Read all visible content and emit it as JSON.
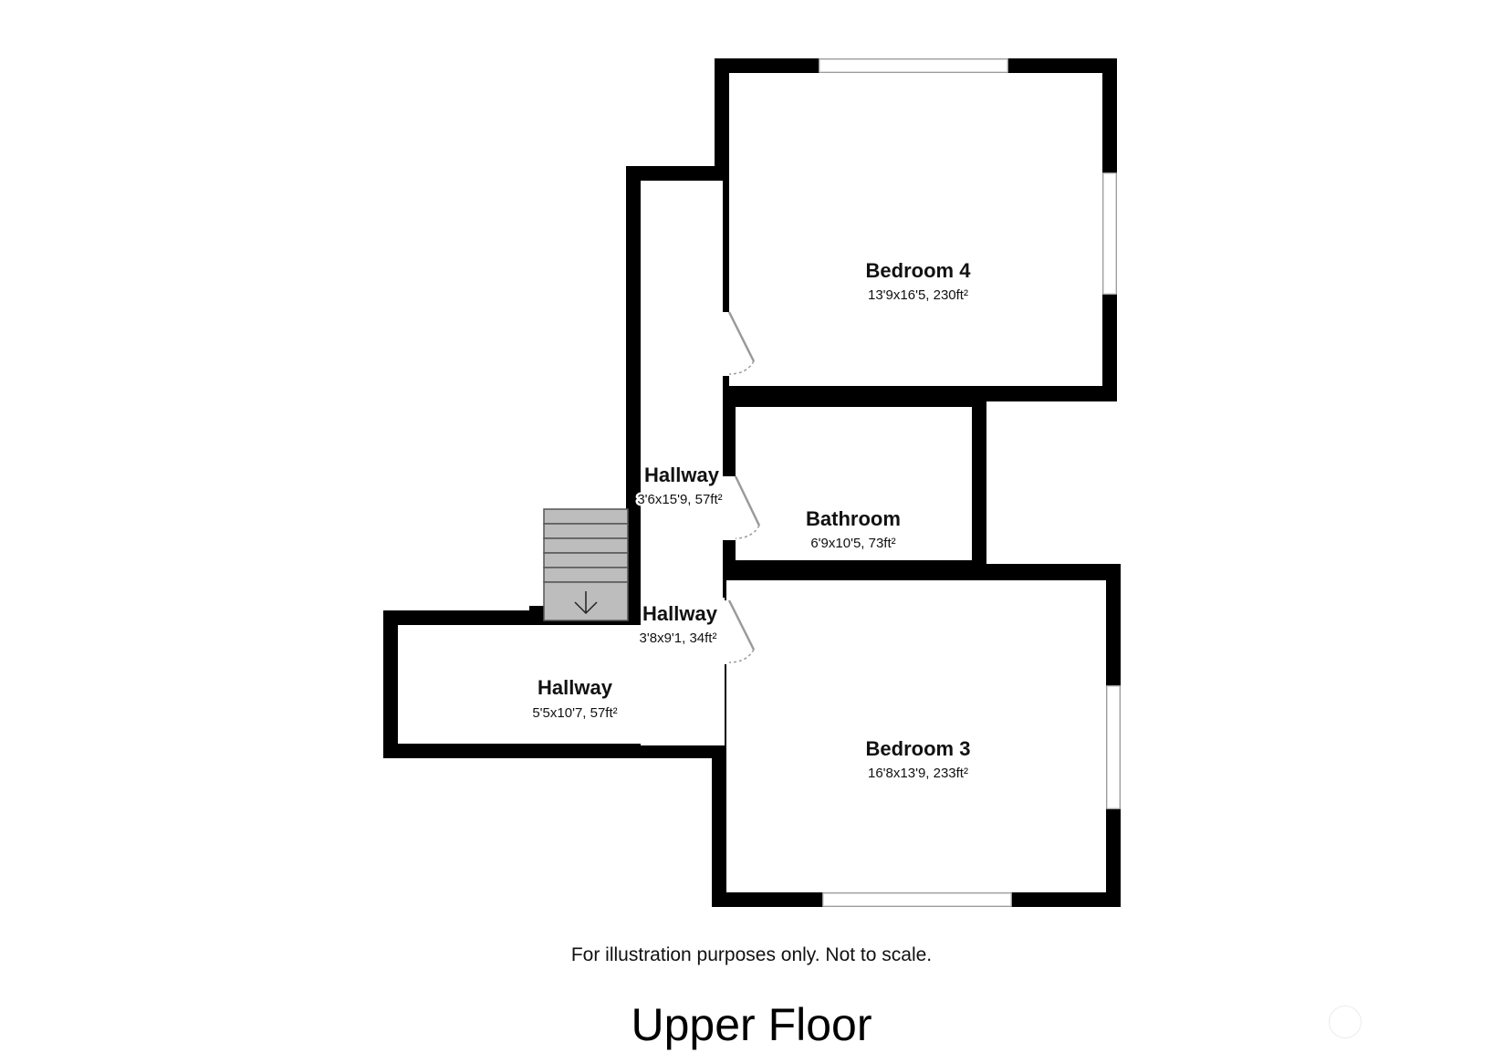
{
  "floor_title": "Upper Floor",
  "disclaimer": "For illustration purposes only. Not to scale.",
  "rooms": [
    {
      "id": "bedroom4",
      "name": "Bedroom 4",
      "dims": "13'9x16'5, 230ft²"
    },
    {
      "id": "hallway-upper",
      "name": "Hallway",
      "dims": "3'6x15'9, 57ft²"
    },
    {
      "id": "bathroom",
      "name": "Bathroom",
      "dims": "6'9x10'5, 73ft²"
    },
    {
      "id": "hallway-middle",
      "name": "Hallway",
      "dims": "3'8x9'1, 34ft²"
    },
    {
      "id": "hallway-lower",
      "name": "Hallway",
      "dims": "5'5x10'7, 57ft²"
    },
    {
      "id": "bedroom3",
      "name": "Bedroom 3",
      "dims": "16'8x13'9, 233ft²"
    }
  ],
  "icons": {
    "stairs": "staircase-icon",
    "stairs_direction": "arrow-down-icon"
  },
  "colors": {
    "wall": "#000000",
    "stair": "#bdbdbd",
    "door": "#9a9a9a"
  }
}
